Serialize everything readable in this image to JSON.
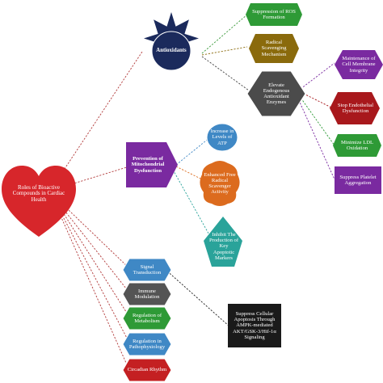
{
  "root": {
    "label": "Roles of Bioactive Compounds in Cardiac Health"
  },
  "antioxidants": {
    "label": "Antioxidants",
    "children": [
      {
        "label": "Suppression of ROS Formation"
      },
      {
        "label": "Radical Scavenging Mechanism"
      },
      {
        "label": "Elevate Endogenous Antioxidant Enzymes"
      }
    ],
    "enzyme_effects": [
      {
        "label": "Maintenance of Cell Membrane Integrity"
      },
      {
        "label": "Stop Endothelial Dysfunction"
      },
      {
        "label": "Minimize LDL Oxidation"
      },
      {
        "label": "Suppress Platelet Aggregation"
      }
    ]
  },
  "mitochondrial": {
    "label": "Prevention of Mitochondrial Dysfunction",
    "children": [
      {
        "label": "Increase in Levels of ATP"
      },
      {
        "label": "Enhanced Free Radical Scavenger Activity"
      },
      {
        "label": "Inhibit The Production of Key Apoptotic Markers"
      }
    ]
  },
  "other_roles": [
    {
      "label": "Signal Transduction"
    },
    {
      "label": "Immune Modulation"
    },
    {
      "label": "Regulation of Metabolism"
    },
    {
      "label": "Regulation in Pathophysiology"
    },
    {
      "label": "Circadian Rhythm"
    }
  ],
  "apoptosis": {
    "label": "Suppress Cellular Apoptosis Through AMPK-mediated AKT/GSK-3/Hif-1α Signaling"
  },
  "colors": {
    "heart": "#d7262b",
    "sun": "#1b2a5c",
    "green": "#2e9a36",
    "olive": "#8a6a0c",
    "gray_hex": "#4b4b4b",
    "purple": "#7a2aa0",
    "maroon": "#a8181c",
    "blue": "#3f88c5",
    "orange": "#dc6b1e",
    "teal": "#2aa39a",
    "dark_gray": "#545454",
    "red": "#c42022",
    "black": "#1a1a1a"
  }
}
